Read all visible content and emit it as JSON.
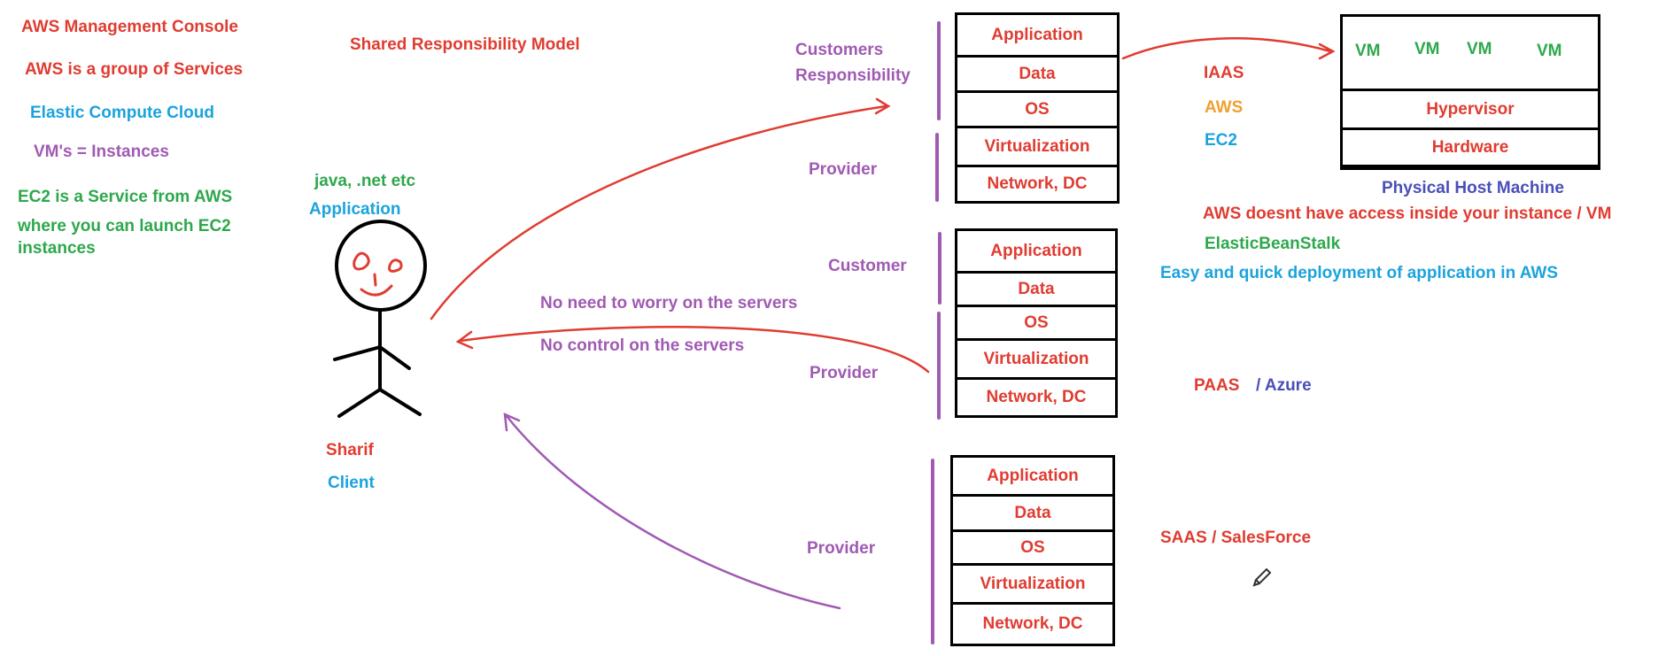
{
  "left_notes": {
    "console": "AWS Management Console",
    "group": "AWS is a group of Services",
    "ecc": "Elastic Compute Cloud",
    "vms": "VM's = Instances",
    "ec2_line1": "EC2 is a Service from AWS",
    "ec2_line2": "where you can launch EC2",
    "ec2_line3": "instances"
  },
  "title": "Shared Responsibility Model",
  "client": {
    "lang": "java, .net etc",
    "app": "Application",
    "name": "Sharif",
    "role": "Client"
  },
  "arrow_notes": {
    "no_worry": "No need to worry on the servers",
    "no_control": "No control on the servers"
  },
  "iaas": {
    "customer_label_1": "Customers",
    "customer_label_2": "Responsibility",
    "provider_label": "Provider",
    "layers": [
      "Application",
      "Data",
      "OS",
      "Virtualization",
      "Network, DC"
    ],
    "model": "IAAS",
    "vendor": "AWS",
    "service": "EC2"
  },
  "paas": {
    "customer_label": "Customer",
    "provider_label": "Provider",
    "layers": [
      "Application",
      "Data",
      "OS",
      "Virtualization",
      "Network, DC"
    ],
    "model": "PAAS",
    "vendor": "/ Azure"
  },
  "saas": {
    "provider_label": "Provider",
    "layers": [
      "Application",
      "Data",
      "OS",
      "Virtualization",
      "Network, DC"
    ],
    "model": "SAAS / SalesForce"
  },
  "host": {
    "vms": [
      "VM",
      "VM",
      "VM",
      "VM"
    ],
    "hypervisor": "Hypervisor",
    "hardware": "Hardware",
    "caption": "Physical Host Machine"
  },
  "right_notes": {
    "no_access": "AWS doesnt have access inside your instance / VM",
    "beanstalk": "ElasticBeanStalk",
    "deploy": "Easy and quick deployment of application in AWS"
  },
  "colors": {
    "red": "#e03c31",
    "purple": "#a05ab3",
    "blue": "#1ba3dd",
    "green": "#2ea84c",
    "orange": "#f0a030"
  }
}
